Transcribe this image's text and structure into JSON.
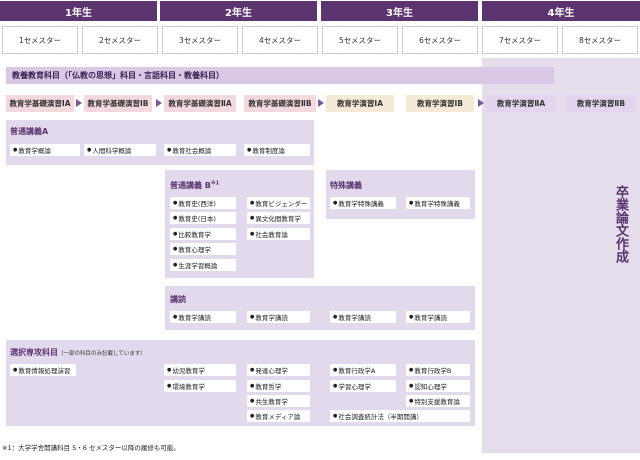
{
  "years": [
    "1年生",
    "2年生",
    "3年生",
    "4年生"
  ],
  "semesters": [
    "1セメスター",
    "2セメスター",
    "3セメスター",
    "4セメスター",
    "5セメスター",
    "6セメスター",
    "7セメスター",
    "8セメスター"
  ],
  "general_band": "教養教育科目（「仏教の思想」科目・言語科目・教養科目）",
  "chain": [
    "教育学基礎演習ⅠA",
    "教育学基礎演習ⅠB",
    "教育学基礎演習ⅡA",
    "教育学基礎演習ⅡB",
    "教育学演習ⅠA",
    "教育学演習ⅠB",
    "教育学演習ⅡA",
    "教育学演習ⅡB"
  ],
  "general_lecture_a": {
    "title": "普通講義A",
    "items": [
      "教育学概論",
      "人間科学概論",
      "教育社会概論",
      "教育制度論"
    ]
  },
  "general_lecture_b": {
    "title": "普通講義 B",
    "note_mark": "※1",
    "col1": [
      "教育史(西洋)",
      "教育史(日本)",
      "比較教育学",
      "教育心理学",
      "生涯学習概論"
    ],
    "col2": [
      "教育ビジェンダー",
      "異文化間教育学",
      "社会教育論"
    ]
  },
  "special_lecture": {
    "title": "特殊講義",
    "items": [
      "教育学特殊講義",
      "教育学特殊講義"
    ]
  },
  "reading": {
    "title": "講読",
    "items": [
      "教育学講読",
      "教育学講読",
      "教育学講読",
      "教育学講読"
    ]
  },
  "elective": {
    "title": "選択専攻科目",
    "note": "（一部の科目のみ記載しています）",
    "col1": [
      "教育情報処理演習"
    ],
    "col2": [
      "幼児教育学",
      "環境教育学"
    ],
    "col3": [
      "発達心理学",
      "教育哲学",
      "共生教育学",
      "教育メディア論"
    ],
    "col4": [
      "教育行政学A",
      "学習心理学",
      "社会調査統計法（半期開講）"
    ],
    "col5": [
      "教育行政学B",
      "認知心理学",
      "特別支援教育論"
    ]
  },
  "thesis": "卒業論文作成",
  "footnote": "※1：大学学舎開講科目 5・6 セメスター以降の履修も可能。",
  "colors": {
    "header": "#5b3470",
    "panel": "#e3d9ec",
    "band": "#d8c8e6",
    "year4_bg": "#e5dcec",
    "chain_pink": "#f3d9de",
    "chain_cream": "#f4ead6",
    "chain_lavender": "#e3d5ee"
  }
}
